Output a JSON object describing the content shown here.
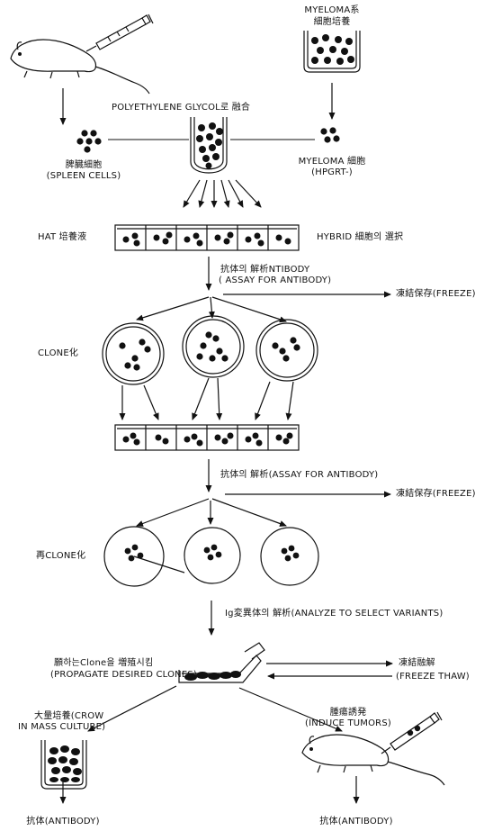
{
  "labels": {
    "myeloma_culture_line1": "MYELOMA系",
    "myeloma_culture_line2": "細胞培養",
    "peg_fusion": "POLYETHYLENE GLYCOL로 融合",
    "spleen_cells_kr": "脾臓細胞",
    "spleen_cells_en": "(SPLEEN CELLS)",
    "myeloma_cells_kr": "MYELOMA 細胞",
    "myeloma_cells_en": "(HPGRT-)",
    "hat_medium": "HAT 培養液",
    "hybrid_selection": "HYBRID 細胞의 選択",
    "assay1_kr": "抗体의 解析NTIBODY",
    "assay1_en": "( ASSAY FOR ANTIBODY)",
    "freeze1": "凍結保存(FREEZE)",
    "clone": "CLONE化",
    "assay2": "抗体의 解析(ASSAY FOR ANTIBODY)",
    "freeze2": "凍結保存(FREEZE)",
    "reclone": "再CLONE化",
    "ig_variants": "Ig変異体의 解析(ANALYZE TO SELECT VARIANTS)",
    "propagate_kr": "願하는Clone을 増殖시킴",
    "propagate_en": "(PROPAGATE DESIRED CLONES)",
    "freeze_thaw_kr": "凍結融解",
    "freeze_thaw_en": "(FREEZE THAW)",
    "mass_culture_line1": "大量培養(CROW",
    "mass_culture_line2": "IN MASS CULTURE)",
    "induce_tumors_kr": "腫瘍誘発",
    "induce_tumors_en": "(INDUCE TUMORS)",
    "antibody_left": "抗体(ANTIBODY)",
    "antibody_right": "抗体(ANTIBODY)"
  }
}
